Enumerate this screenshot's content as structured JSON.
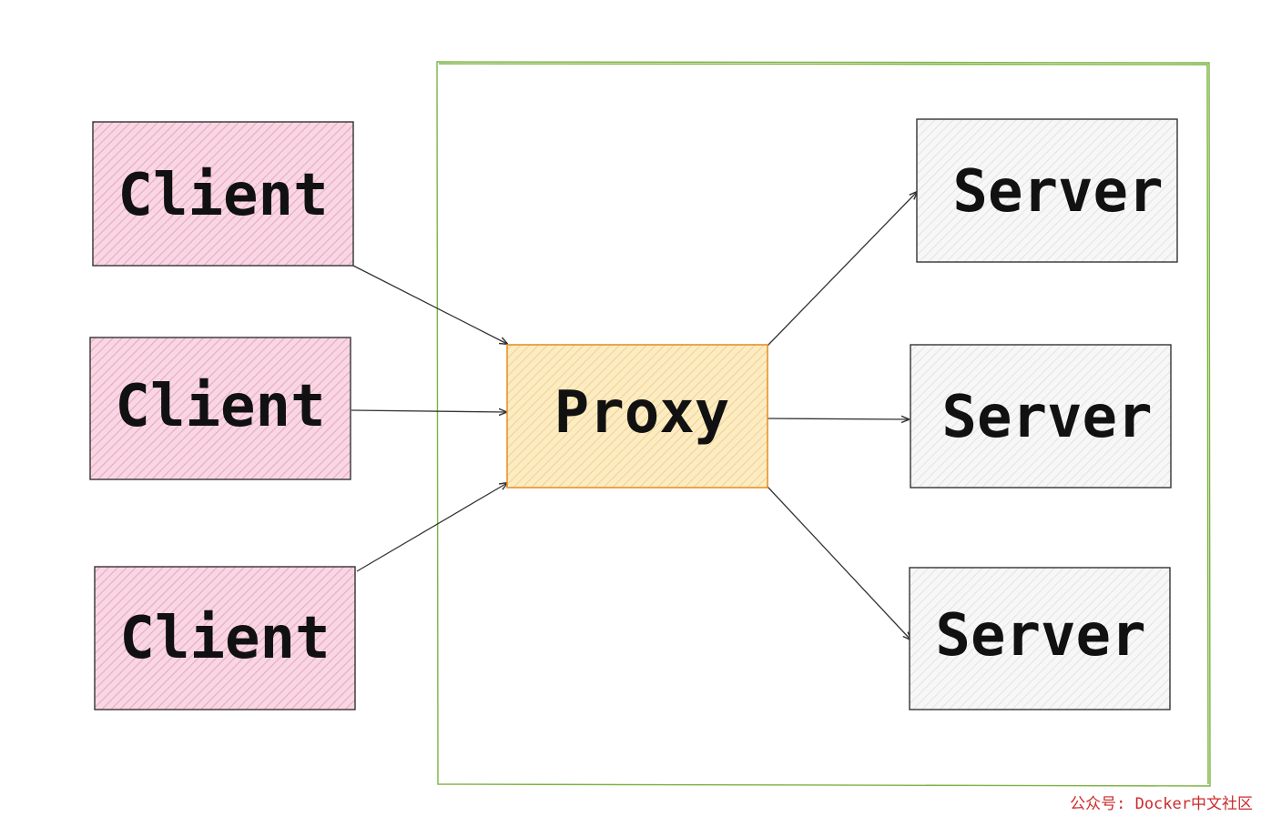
{
  "nodes": {
    "clients": [
      {
        "label": "Client"
      },
      {
        "label": "Client"
      },
      {
        "label": "Client"
      }
    ],
    "proxy": {
      "label": "Proxy"
    },
    "servers": [
      {
        "label": "Server"
      },
      {
        "label": "Server"
      },
      {
        "label": "Server"
      }
    ]
  },
  "colors": {
    "client_fill": "#f7c7d9",
    "client_hatch": "#e8a3bd",
    "proxy_fill": "#fbe7b4",
    "proxy_stroke": "#e8912a",
    "server_fill": "#f4f4f5",
    "server_hatch": "#dcdcde",
    "group_stroke": "#7cb342",
    "arrow": "#333333",
    "watermark": "#cc2a2a"
  },
  "watermark": {
    "text": "公众号: Docker中文社区"
  }
}
